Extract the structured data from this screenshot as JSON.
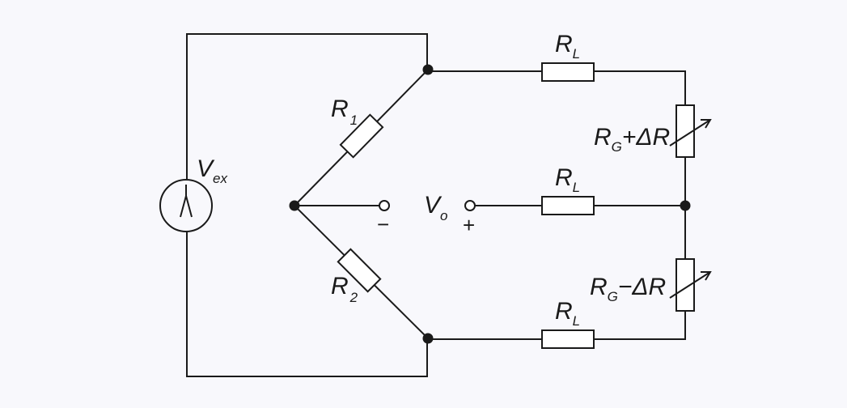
{
  "labels": {
    "source": {
      "main": "V",
      "sub": "ex"
    },
    "r1": {
      "main": "R",
      "sub": "1"
    },
    "r2": {
      "main": "R",
      "sub": "2"
    },
    "rl_top": {
      "main": "R",
      "sub": "L"
    },
    "rl_mid": {
      "main": "R",
      "sub": "L"
    },
    "rl_bot": {
      "main": "R",
      "sub": "L"
    },
    "gauge_top": {
      "main": "R",
      "sub": "G",
      "suffix": "+ΔR"
    },
    "gauge_bot": {
      "main": "R",
      "sub": "G",
      "suffix": "−ΔR"
    },
    "output": {
      "main": "V",
      "sub": "o"
    },
    "minus_sign": "−",
    "plus_sign": "+"
  },
  "colors": {
    "background": "#f8f8fc",
    "stroke": "#1a1a1a"
  }
}
